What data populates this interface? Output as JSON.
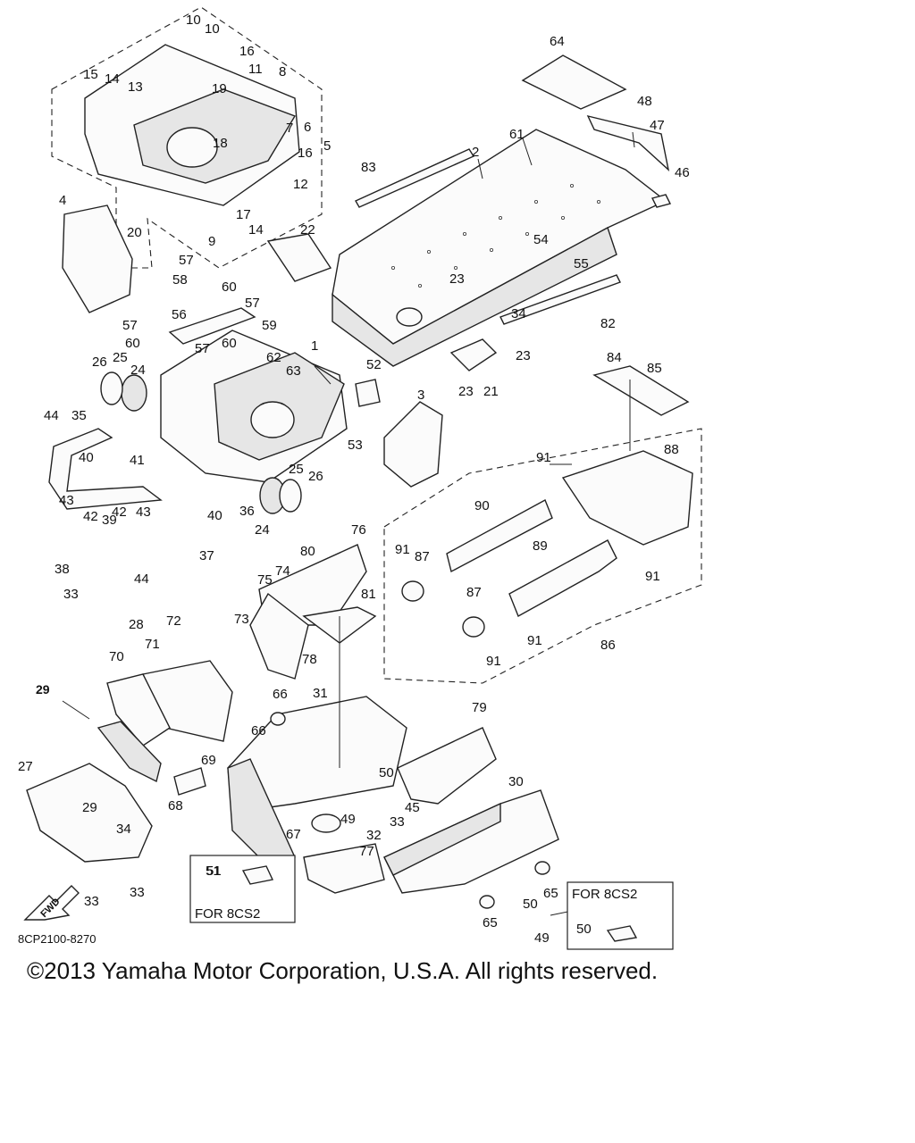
{
  "diagram_code": "8CP2100-8270",
  "copyright": "©2013 Yamaha Motor Corporation, U.S.A. All rights reserved.",
  "fwd_label": "FWD",
  "callout_for_8cs2_a": "FOR 8CS2",
  "callout_for_8cs2_b": "FOR 8CS2",
  "callout_part_a": "51",
  "callout_part_b": "50",
  "ref_29": "29",
  "labels": [
    "1",
    "2",
    "3",
    "4",
    "5",
    "6",
    "7",
    "8",
    "9",
    "10",
    "10",
    "11",
    "12",
    "13",
    "14",
    "14",
    "15",
    "16",
    "16",
    "17",
    "18",
    "19",
    "20",
    "21",
    "22",
    "23",
    "23",
    "23",
    "24",
    "24",
    "25",
    "25",
    "26",
    "26",
    "27",
    "28",
    "29",
    "30",
    "31",
    "32",
    "33",
    "33",
    "33",
    "33",
    "34",
    "34",
    "35",
    "36",
    "37",
    "38",
    "39",
    "40",
    "40",
    "41",
    "42",
    "42",
    "43",
    "43",
    "44",
    "44",
    "45",
    "46",
    "47",
    "48",
    "49",
    "49",
    "50",
    "50",
    "51",
    "52",
    "53",
    "54",
    "55",
    "56",
    "57",
    "57",
    "57",
    "57",
    "58",
    "59",
    "60",
    "60",
    "60",
    "61",
    "62",
    "63",
    "64",
    "65",
    "65",
    "66",
    "66",
    "67",
    "68",
    "69",
    "70",
    "71",
    "72",
    "73",
    "74",
    "75",
    "76",
    "77",
    "78",
    "79",
    "80",
    "81",
    "82",
    "83",
    "84",
    "85",
    "86",
    "87",
    "87",
    "88",
    "89",
    "90",
    "91",
    "91",
    "91",
    "91",
    "91"
  ]
}
